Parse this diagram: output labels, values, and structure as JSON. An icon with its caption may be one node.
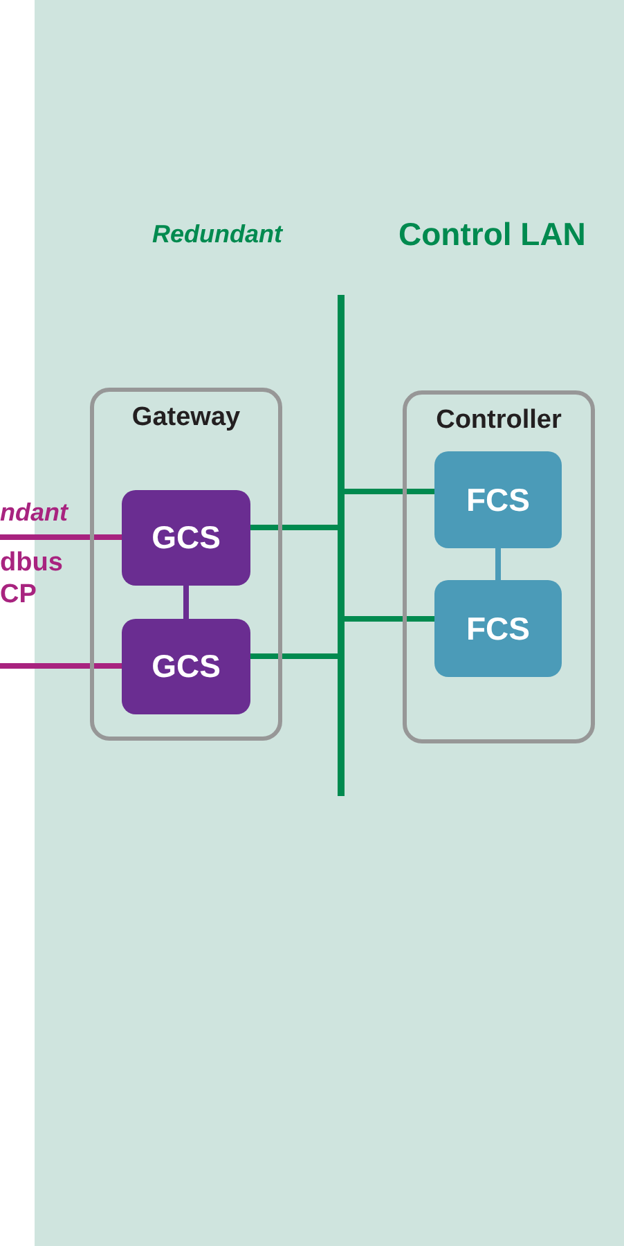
{
  "diagram": {
    "nodes": [
      {
        "text": [
          "Gateway"
        ]
      },
      {
        "text": [
          "GCS"
        ],
        "in": 0
      },
      {
        "text": [
          "GCS"
        ],
        "in": 0
      },
      {
        "text": [
          "Controller"
        ]
      },
      {
        "text": [
          "FCS"
        ],
        "in": 3
      },
      {
        "text": [
          "FCS"
        ],
        "in": 3
      },
      {
        "text": [],
        "shape": "bar"
      }
    ],
    "edges": [
      {
        "from": null,
        "to": 1,
        "arrow": "none",
        "color": "#a8237f"
      },
      {
        "from": null,
        "to": 2,
        "arrow": "none",
        "color": "#a8237f"
      },
      {
        "from": 1,
        "to": 2,
        "arrow": "none",
        "color": "#6a2d91"
      },
      {
        "from": 1,
        "to": 6,
        "arrow": "none"
      },
      {
        "from": 2,
        "to": 6,
        "arrow": "none"
      },
      {
        "from": 6,
        "to": 4,
        "arrow": "none"
      },
      {
        "from": 6,
        "to": 5,
        "arrow": "none"
      },
      {
        "from": 4,
        "to": 5,
        "arrow": "none",
        "color": "#4b9bb8"
      }
    ],
    "labels": [
      "Redundant",
      "Control LAN",
      "ndant",
      "dbus",
      "CP"
    ]
  }
}
